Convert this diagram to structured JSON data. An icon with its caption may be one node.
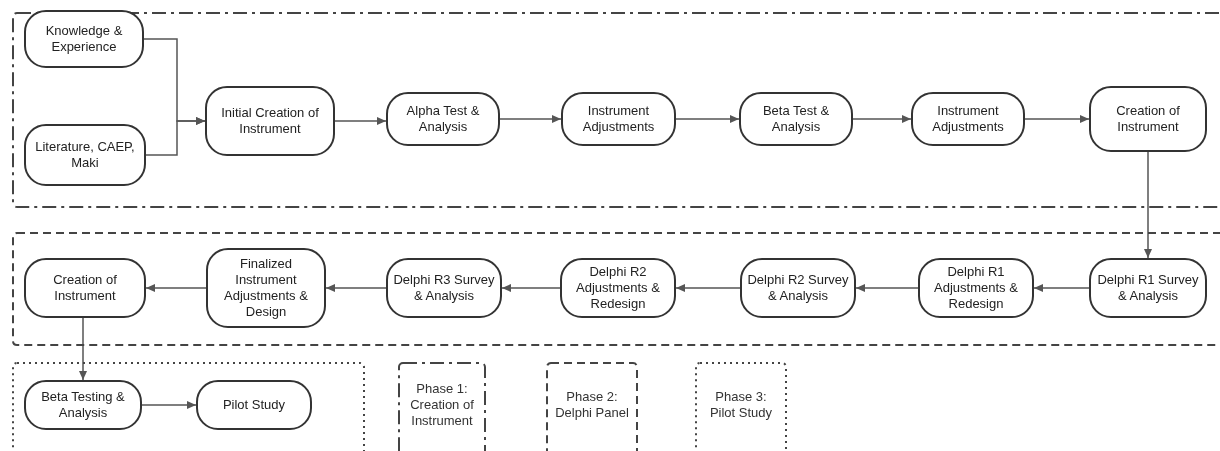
{
  "diagram": {
    "nodes": [
      {
        "text": [],
        "shape": "box"
      },
      {
        "text": [
          "Knowledge & Experience"
        ],
        "in": 0
      },
      {
        "text": [
          "Literature, CAEP, Maki"
        ],
        "in": 0
      },
      {
        "text": [
          "Initial Creation of Instrument"
        ],
        "in": 0
      },
      {
        "text": [
          "Alpha Test & Analysis"
        ],
        "in": 0
      },
      {
        "text": [
          "Instrument Adjustments"
        ],
        "in": 0
      },
      {
        "text": [
          "Beta Test & Analysis"
        ],
        "in": 0
      },
      {
        "text": [
          "Instrument Adjustments"
        ],
        "in": 0
      },
      {
        "text": [
          "Creation of Instrument"
        ],
        "in": 0
      },
      {
        "text": [],
        "shape": "box"
      },
      {
        "text": [
          "Delphi R1 Survey & Analysis"
        ],
        "in": 9
      },
      {
        "text": [
          "Delphi R1 Adjustments & Redesign"
        ],
        "in": 9
      },
      {
        "text": [
          "Delphi R2 Survey & Analysis"
        ],
        "in": 9
      },
      {
        "text": [
          "Delphi R2 Adjustments & Redesign"
        ],
        "in": 9
      },
      {
        "text": [
          "Delphi R3 Survey & Analysis"
        ],
        "in": 9
      },
      {
        "text": [
          "Finalized Instrument Adjustments & Design"
        ],
        "in": 9
      },
      {
        "text": [
          "Creation of Instrument"
        ],
        "in": 9
      },
      {
        "text": [],
        "shape": "box"
      },
      {
        "text": [
          "Beta Testing & Analysis"
        ],
        "in": 17
      },
      {
        "text": [
          "Pilot Study"
        ],
        "in": 17
      }
    ],
    "edges": [
      {
        "from": 1,
        "to": 3,
        "arrow": "to"
      },
      {
        "from": 2,
        "to": 3,
        "arrow": "to"
      },
      {
        "from": 3,
        "to": 4,
        "arrow": "to"
      },
      {
        "from": 4,
        "to": 5,
        "arrow": "to"
      },
      {
        "from": 5,
        "to": 6,
        "arrow": "to"
      },
      {
        "from": 6,
        "to": 7,
        "arrow": "to"
      },
      {
        "from": 7,
        "to": 8,
        "arrow": "to"
      },
      {
        "from": 8,
        "to": 10,
        "arrow": "to"
      },
      {
        "from": 10,
        "to": 11,
        "arrow": "to"
      },
      {
        "from": 11,
        "to": 12,
        "arrow": "to"
      },
      {
        "from": 12,
        "to": 13,
        "arrow": "to"
      },
      {
        "from": 13,
        "to": 14,
        "arrow": "to"
      },
      {
        "from": 14,
        "to": 15,
        "arrow": "to"
      },
      {
        "from": 15,
        "to": 16,
        "arrow": "to"
      },
      {
        "from": 16,
        "to": 18,
        "arrow": "to"
      },
      {
        "from": 18,
        "to": 19,
        "arrow": "to"
      }
    ],
    "legend": [
      {
        "text": "Phase 1: Creation of Instrument"
      },
      {
        "text": "Phase 2: Delphi Panel"
      },
      {
        "text": "Phase 3: Pilot Study"
      }
    ]
  }
}
